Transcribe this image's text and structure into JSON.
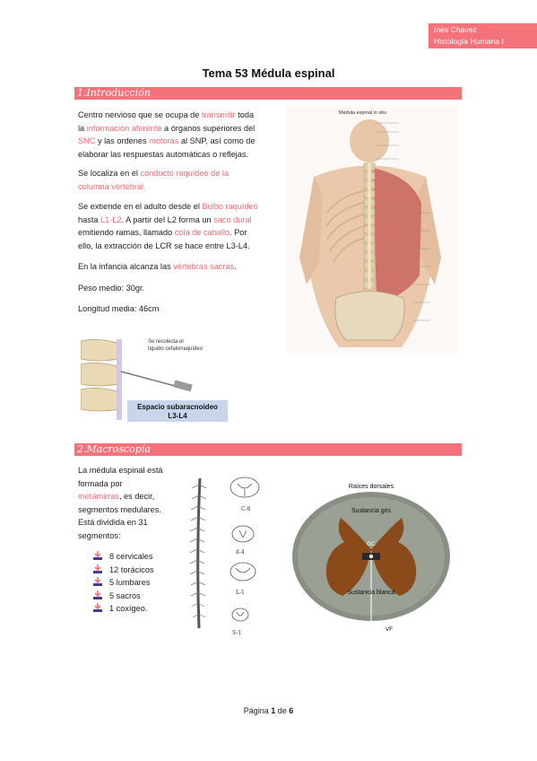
{
  "header": {
    "author": "Inés Chávez",
    "course": "Histología Humana I"
  },
  "title": "Tema 53 Médula espinal",
  "sections": [
    {
      "label": "1.Introducción"
    },
    {
      "label": "2.Macroscopía"
    }
  ],
  "intro": {
    "p1": {
      "a": "Centro nervioso que se ocupa de ",
      "b": "transmitir",
      "c": " toda",
      "d": "la ",
      "e": "información aferente",
      "f": " a órganos superiores del",
      "g": "SNC",
      "h": " y las ordenes ",
      "i": "motoras",
      "j": " al SNP, así como de",
      "k": "elaborar las respuestas automáticas o reflejas."
    },
    "p2": {
      "a": "Se localiza en el ",
      "b": "conducto raquídeo de la",
      "c": "columna vertebral."
    },
    "p3": {
      "a": "Se extiende en el adulto desde el ",
      "b": "Bulbo raquídeo",
      "c": "hasta ",
      "d": "L1-L2",
      "e": ". A partir del L2 forma un ",
      "f": "saco dural",
      "g": "emitiendo ramas, llamado ",
      "h": "cola de caballo",
      "i": ". Por",
      "j": "ello, la extracción de LCR se hace entre L3-L4."
    },
    "p4": {
      "a": "En la infancia alcanza las ",
      "b": "vértebras sacras",
      "c": "."
    },
    "p5": "Peso medio: 30gr.",
    "p6": "Longitud media: 46cm"
  },
  "figure_puncture": {
    "caption_line1": "Se recolecta el",
    "caption_line2": "líquido cefalorraquídeo",
    "label_line1": "Espacio subaracnoideo",
    "label_line2": "L3-L4"
  },
  "figure_back": {
    "title": "Médula espinal in situ"
  },
  "macro": {
    "p1": {
      "l1": "La médula espinal está",
      "l2": "formada por",
      "l3a": "metámeras",
      "l3b": ", es decir,",
      "l4": "segmentos medulares.",
      "l5": "Está dividida en 31",
      "l6": "segmentos:"
    },
    "segments": [
      "8 cervicales",
      "12 torácicos",
      "5 lumbares",
      "5 sacros",
      "1 coxígeo."
    ]
  },
  "figure_segments": {
    "labels": [
      "C-8",
      "d-4",
      "L-1",
      "S-1"
    ]
  },
  "figure_cross": {
    "labels": [
      "Raíces dorsales",
      "Sustancia gris",
      "GC",
      "Sustancia blanca",
      "VF"
    ]
  },
  "footer": {
    "a": "Página ",
    "b": "1",
    "c": " de ",
    "d": "6"
  },
  "colors": {
    "accent": "#f4737b",
    "highlight": "#f06b76"
  }
}
